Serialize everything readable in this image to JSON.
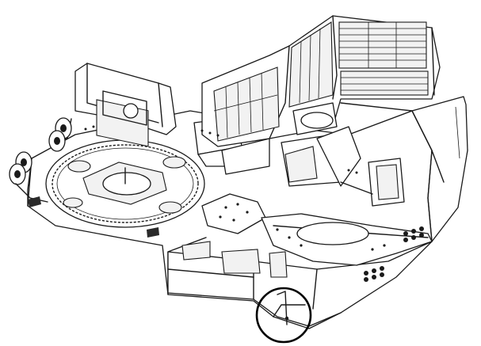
{
  "figure": {
    "view": "isometric",
    "style": "line-art",
    "colors": {
      "line": "#1a1a1a",
      "background": "#ffffff",
      "callout": "#000000"
    },
    "callout": {
      "shape": "circle",
      "count": 1
    }
  }
}
